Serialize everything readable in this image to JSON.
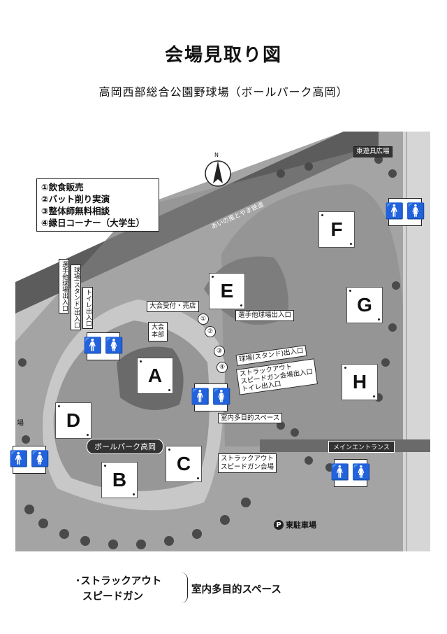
{
  "title": "会場見取り図",
  "subtitle": "高岡西部総合公園野球場（ボールパーク高岡）",
  "legend": [
    "①飲食販売",
    "②バット削り実演",
    "③整体師無料相談",
    "④縁日コーナー（大学生）"
  ],
  "zones": {
    "A": "A",
    "B": "B",
    "C": "C",
    "D": "D",
    "E": "E",
    "F": "F",
    "G": "G",
    "H": "H"
  },
  "labels": {
    "reception": "大会受付・売店",
    "hq": "大会本部",
    "player_entrance_e": "選手他球場出入口",
    "stadium_entrance": "球場(スタンド)出入口",
    "speed_gun_entrance_1": "ストラックアウト",
    "speed_gun_entrance_2": "スピードガン会場出入口",
    "speed_gun_entrance_3": "トイレ出入口",
    "indoor_space": "室内多目的スペース",
    "speed_gun_venue_1": "ストラックアウト",
    "speed_gun_venue_2": "スピードガン会場",
    "v_player_entrance": "選手他球場出入口",
    "v_stadium_entrance": "球場(スタンド)出入口",
    "v_toilet_entrance": "トイレ出入口",
    "east_plaza": "東遊具広場",
    "main_entrance": "メインエントランス",
    "east_parking": "東駐車場",
    "ballpark": "ボールパーク高岡",
    "railway": "あいの風とやま鉄道",
    "north": "N",
    "parking_mark": "P",
    "parking_west": "場"
  },
  "numbers": [
    "①",
    "②",
    "③",
    "④"
  ],
  "bottom": {
    "line1": "･ストラックアウト",
    "line2": "スピードガン",
    "right": "室内多目的スペース"
  },
  "colors": {
    "map_bg": "#9a9a9a",
    "map_dark": "#6e6e6e",
    "road": "#d9d9d9",
    "tree": "#4a4a4a"
  }
}
